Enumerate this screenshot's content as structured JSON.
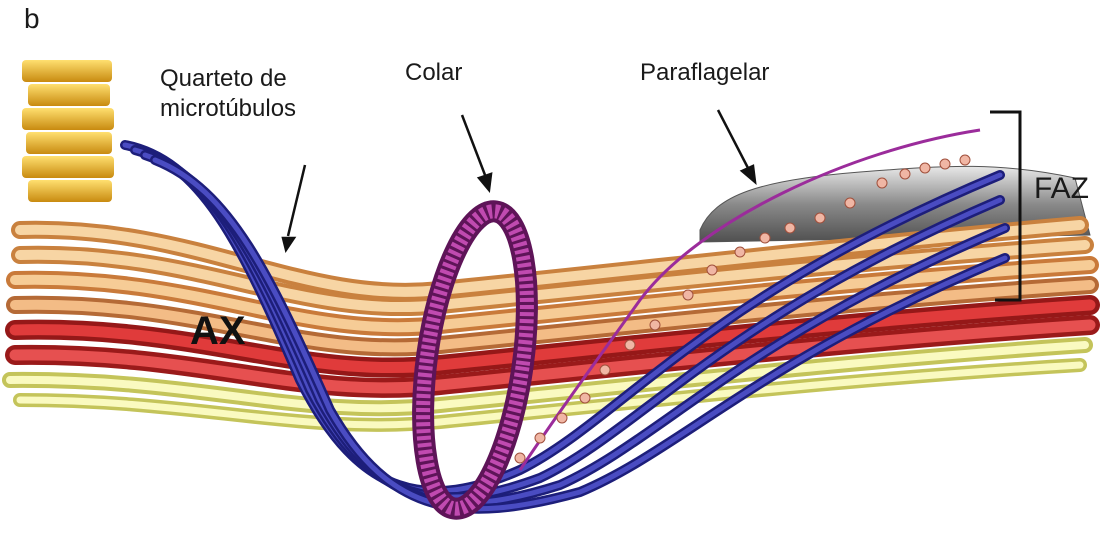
{
  "panel_letter": "b",
  "labels": {
    "quartet_line1": "Quarteto de",
    "quartet_line2": "microtúbulos",
    "collar": "Colar",
    "paraflagellar": "Paraflagelar",
    "faz": "FAZ",
    "axoneme": "AX"
  },
  "colors": {
    "microtubule_quartet": "#2e2f9c",
    "collar": "#b0339a",
    "faz_body": "#8a8a8a",
    "axoneme_light": "#f2c48a",
    "axoneme_red": "#c8242a",
    "axoneme_yellow": "#eeee88",
    "basal_body": "#e8b020",
    "paraflagellar_rod": "#9b2c9b"
  }
}
